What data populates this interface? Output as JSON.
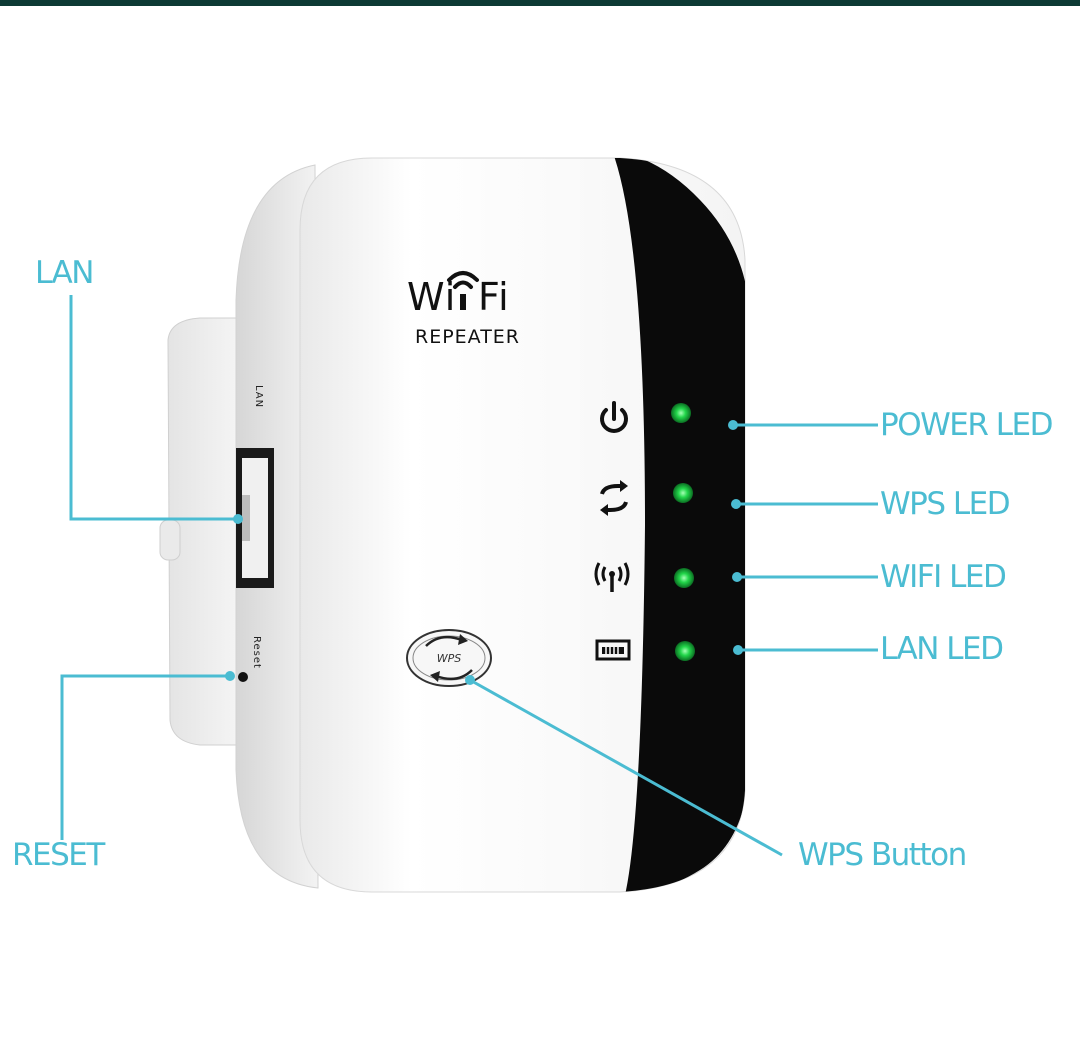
{
  "device": {
    "brand_line1": "Wi",
    "brand_line1_end": "Fi",
    "brand_line2": "REPEATER",
    "port_side_label": "LAN",
    "reset_side_label": "Reset",
    "wps_button_label": "WPS"
  },
  "callouts": {
    "lan": "LAN",
    "reset": "RESET",
    "power_led": "POWER LED",
    "wps_led": "WPS LED",
    "wifi_led": "WIFI LED",
    "lan_led": "LAN LED",
    "wps_button": "WPS Button"
  },
  "colors": {
    "callout": "#4bbcd2",
    "led_on": "#22d64a",
    "top_bar": "#0d3a34",
    "device_black": "#0a0a0a"
  },
  "icons": {
    "power_led": "power-icon",
    "wps_led": "sync-arrows-icon",
    "wifi_led": "wifi-antenna-icon",
    "lan_led": "ethernet-port-icon"
  }
}
